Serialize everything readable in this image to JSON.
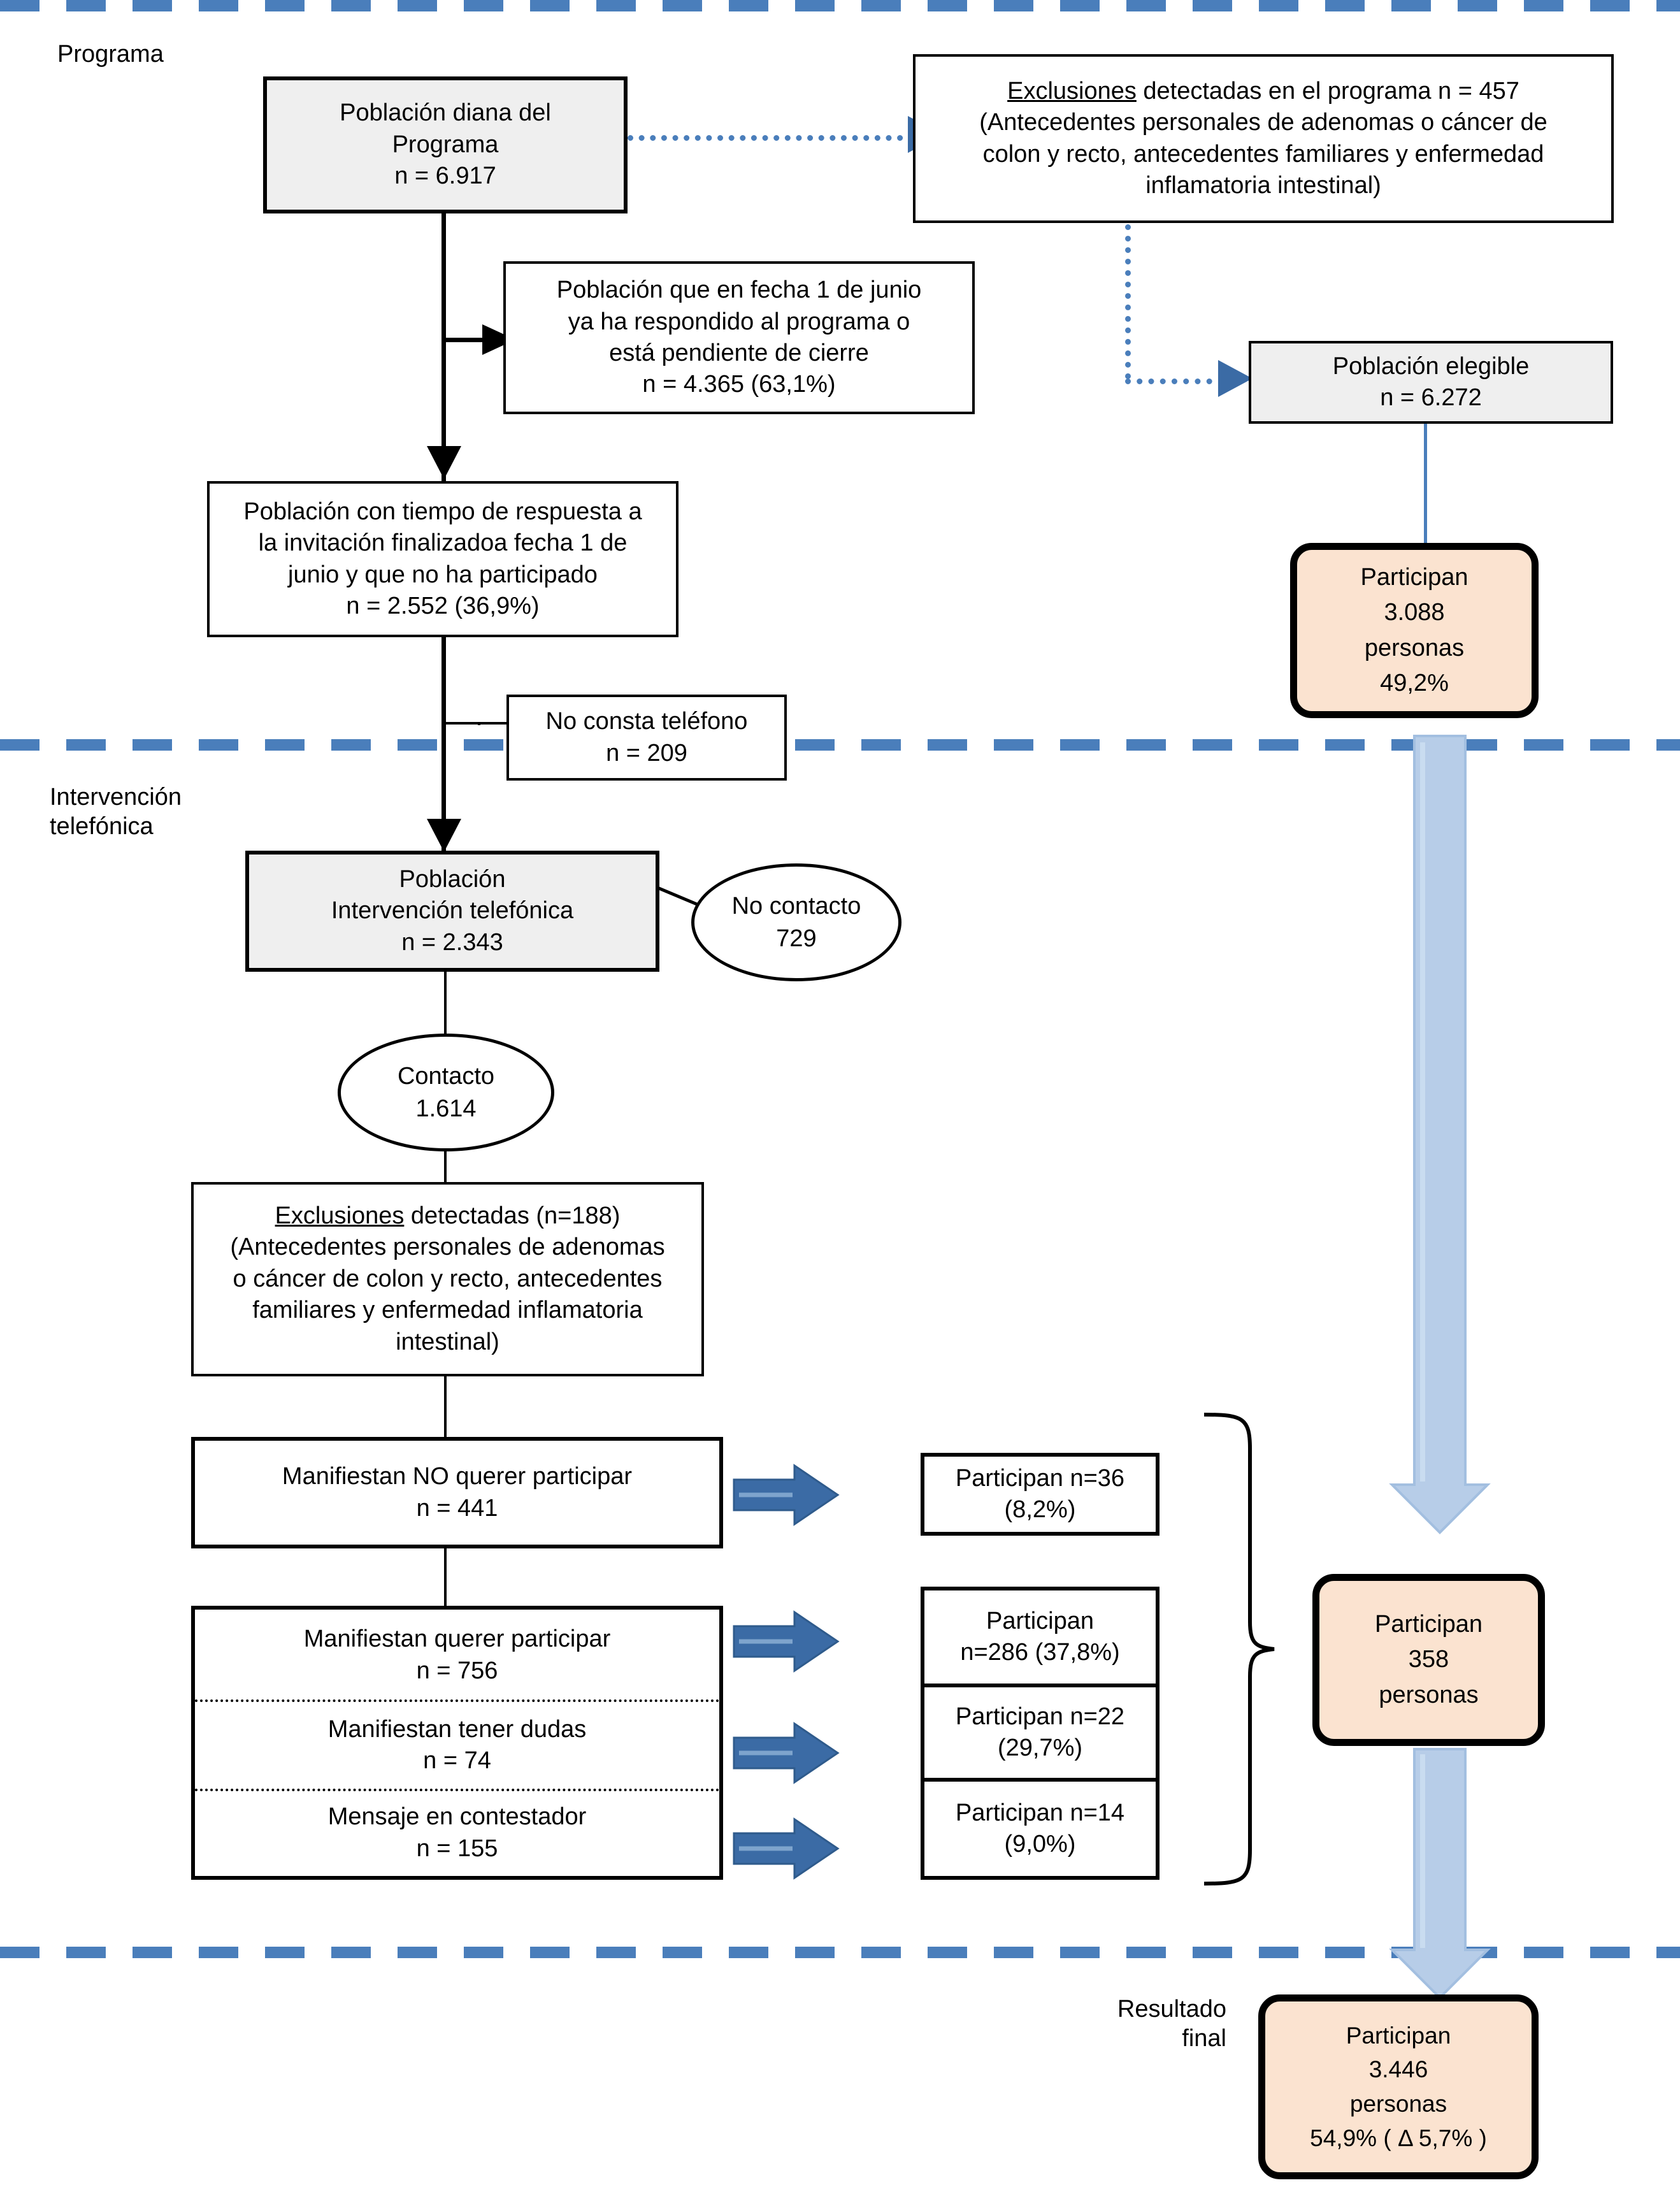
{
  "sections": {
    "programa_label": "Programa",
    "intervencion_label": "Intervención\ntelefónica",
    "resultado_label": "Resultado\nfinal"
  },
  "colors": {
    "band_blue": "#4a7ebb",
    "grey_fill": "#efefef",
    "peach_fill": "#fbe3d0",
    "arrow_blue": "#3b6ba5",
    "big_arrow_blue": "#a8c4e4"
  },
  "nodes": {
    "poblacion_diana": "Población diana del\nPrograma\nn = 6.917",
    "exclusiones_programa_head": "Exclusiones",
    "exclusiones_programa_rest": " detectadas en el programa n = 457",
    "exclusiones_programa_body": "(Antecedentes personales de adenomas o cáncer de\ncolon y recto, antecedentes familiares y enfermedad\ninflamatoria intestinal)",
    "ya_respondido": "Población que en fecha 1 de junio\nya ha respondido al programa o\nestá pendiente de cierre\nn = 4.365 (63,1%)",
    "poblacion_elegible": "Población elegible\nn = 6.272",
    "tiempo_respuesta": "Población con tiempo de respuesta a\nla invitación finalizadoa fecha 1 de\njunio y que no ha participado\nn = 2.552 (36,9%)",
    "participan_3088": "Participan\n3.088\npersonas\n49,2%",
    "no_consta_telefono": "No consta teléfono\nn = 209",
    "poblacion_intervencion": "Población\nIntervención telefónica\nn = 2.343",
    "no_contacto": "No contacto\n729",
    "contacto": "Contacto\n1.614",
    "exclusiones_detectadas_head": "Exclusiones",
    "exclusiones_detectadas_rest": " detectadas (n=188)",
    "exclusiones_detectadas_body": "(Antecedentes personales de adenomas\no cáncer de colon y recto, antecedentes\nfamiliares y enfermedad inflamatoria\nintestinal)",
    "manifiestan_no": "Manifiestan NO querer participar\nn = 441",
    "manifiestan_si": "Manifiestan querer participar\nn = 756",
    "manifiestan_dudas": "Manifiestan tener dudas\nn = 74",
    "mensaje_contestador": "Mensaje en contestador\nn = 155",
    "participan_36": "Participan n=36\n(8,2%)",
    "participan_286": "Participan\nn=286 (37,8%)",
    "participan_22": "Participan n=22\n(29,7%)",
    "participan_14": "Participan n=14\n(9,0%)",
    "participan_358": "Participan\n358\npersonas",
    "participan_3446": "Participan\n3.446\npersonas\n54,9%  ( Δ 5,7% )"
  },
  "chart_data": {
    "type": "flowchart",
    "title": "Diagrama de flujo del programa de cribado",
    "stages": [
      "Programa",
      "Intervención telefónica",
      "Resultado final"
    ],
    "values": {
      "poblacion_diana": 6917,
      "exclusiones_programa": 457,
      "ya_respondido": 4365,
      "ya_respondido_pct": 63.1,
      "poblacion_elegible": 6272,
      "tiempo_respuesta": 2552,
      "tiempo_respuesta_pct": 36.9,
      "participan_elegible": 3088,
      "participan_elegible_pct": 49.2,
      "no_consta_telefono": 209,
      "poblacion_intervencion": 2343,
      "no_contacto": 729,
      "contacto": 1614,
      "exclusiones_detectadas": 188,
      "manifiestan_no": 441,
      "manifiestan_si": 756,
      "manifiestan_dudas": 74,
      "mensaje_contestador": 155,
      "participan_no": 36,
      "participan_no_pct": 8.2,
      "participan_si": 286,
      "participan_si_pct": 37.8,
      "participan_dudas": 22,
      "participan_dudas_pct": 29.7,
      "participan_mensaje": 14,
      "participan_mensaje_pct": 9.0,
      "participan_intervencion": 358,
      "participan_total": 3446,
      "participan_total_pct": 54.9,
      "delta_pct": 5.7
    }
  }
}
